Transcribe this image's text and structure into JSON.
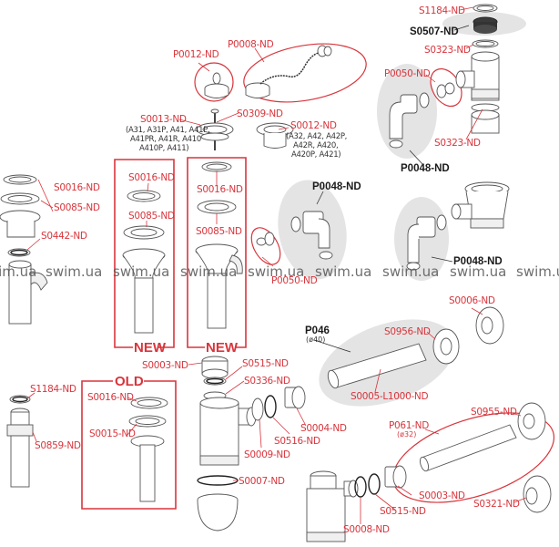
{
  "diagram": {
    "title": "Siphon and drain spare parts exploded diagram",
    "accent_color": "#d8353c",
    "text_color": "#1a1a1a",
    "watermark": "swim.ua",
    "watermark_count": 9,
    "groups": {
      "new_1": "NEW",
      "new_2": "NEW",
      "old": "OLD"
    },
    "labels": {
      "p0012": "P0012-ND",
      "p0008": "P0008-ND",
      "s0013": "S0013-ND",
      "s0013_note": [
        "(A31, A31P, A41, A41P,",
        "A41PR, A41R, A410",
        "A410P, A411)"
      ],
      "s0309": "S0309-ND",
      "s0012": "S0012-ND",
      "s0012_note": [
        "(A32, A42, A42P,",
        "A42R, A420,",
        "A420P, A421)"
      ],
      "s1184_top": "S1184-ND",
      "s0507": "S0507-ND",
      "s0323_top": "S0323-ND",
      "p0050_top": "P0050-ND",
      "s0323_bottom": "S0323-ND",
      "p0048_top": "P0048-ND",
      "left_s0016": "S0016-ND",
      "left_s0085": "S0085-ND",
      "left_s0442": "S0442-ND",
      "new1_s0016": "S0016-ND",
      "new1_s0085": "S0085-ND",
      "new2_s0016": "S0016-ND",
      "new2_s0085": "S0085-ND",
      "p0048_mid": "P0048-ND",
      "p0050_mid": "P0050-ND",
      "p0048_right": "P0048-ND",
      "s0003_mid": "S0003-ND",
      "s0515_mid": "S0515-ND",
      "s0336": "S0336-ND",
      "s0004": "S0004-ND",
      "s0516": "S0516-ND",
      "s0009": "S0009-ND",
      "s0007": "S0007-ND",
      "s1184_bottom": "S1184-ND",
      "s0859": "S0859-ND",
      "old_s0016": "S0016-ND",
      "old_s0015": "S0015-ND",
      "p046": "P046",
      "p046_note": "(ø40)",
      "s0956": "S0956-ND",
      "s0005": "S0005-L1000-ND",
      "s0006": "S0006-ND",
      "p061": "P061-ND",
      "p061_note": "(ø32)",
      "s0955": "S0955-ND",
      "s0003_bottom": "S0003-ND",
      "s0515_bottom": "S0515-ND",
      "s0008": "S0008-ND",
      "s0321": "S0321-ND"
    }
  }
}
